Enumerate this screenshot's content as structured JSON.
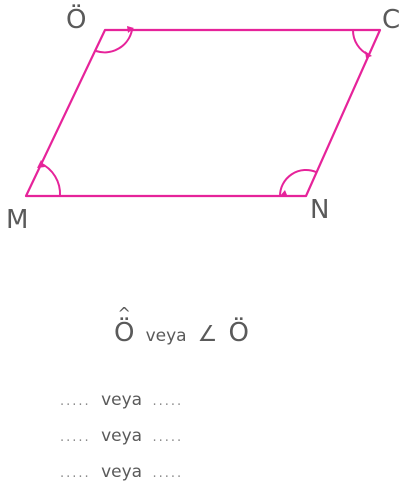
{
  "figure": {
    "vertices": {
      "top_left": "Ö",
      "top_right": "C",
      "bottom_left": "M",
      "bottom_right": "N"
    },
    "stroke_color": "#e6239a",
    "label_color": "#5a5a5a"
  },
  "statement": {
    "hat": "^",
    "letter": "Ö",
    "connector": "veya",
    "angle_symbol": "∠",
    "angle_letter": "Ö"
  },
  "rows": [
    {
      "left": ".....",
      "word": "veya",
      "right": "....."
    },
    {
      "left": ".....",
      "word": "veya",
      "right": "....."
    },
    {
      "left": ".....",
      "word": "veya",
      "right": "....."
    }
  ]
}
